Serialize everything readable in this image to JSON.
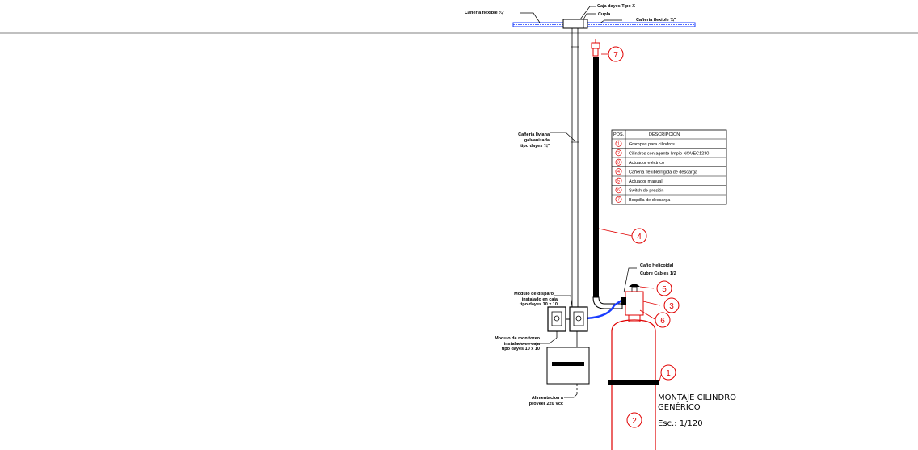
{
  "labels": {
    "caja_x": "Caja dayes Tipo X",
    "cupla": "Cupla",
    "caneria_flexible_left": "Cañeria flexible ¾\"",
    "caneria_flexible_right": "Cañeria flexible ¾\"",
    "caneria_liviana": [
      "Cañeria liviana",
      "galvanizada",
      "tipo dayes ¾\""
    ],
    "cano_helicoidal": [
      "Caño Helicoidal",
      "Cubre Cables 1/2"
    ],
    "modulo_disparo": [
      "Modulo de disparo",
      "instalado en caja",
      "tipo dayes 10 x 10"
    ],
    "modulo_monitoreo": [
      "Modulo de monitoreo",
      "instalado en caja",
      "tipo dayes 10 x 10"
    ],
    "alimentacion": [
      "Alimentacion a",
      "proveer 220 Vcc"
    ],
    "title": [
      "MONTAJE CILINDRO",
      "GENÉRICO"
    ],
    "scale": "Esc.: 1/120"
  },
  "table": {
    "header_pos": "POS.",
    "header_desc": "DESCRIPCION",
    "rows": [
      {
        "pos": "1",
        "desc": "Grampas para cilindros"
      },
      {
        "pos": "2",
        "desc": "Cilindros con agente limpio NOVEC1230"
      },
      {
        "pos": "3",
        "desc": "Actuador eléctrico"
      },
      {
        "pos": "4",
        "desc": "Cañeria flexible/rígida de descarga"
      },
      {
        "pos": "5",
        "desc": "Actuador manual"
      },
      {
        "pos": "6",
        "desc": "Switch de presión"
      },
      {
        "pos": "7",
        "desc": "Boquilla de descarga"
      }
    ]
  },
  "callouts": [
    "7",
    "4",
    "5",
    "3",
    "6",
    "1",
    "2"
  ],
  "colors": {
    "line": "#000000",
    "red": "#e00000",
    "blue": "#1a3cff",
    "ceiling": "#808080"
  }
}
